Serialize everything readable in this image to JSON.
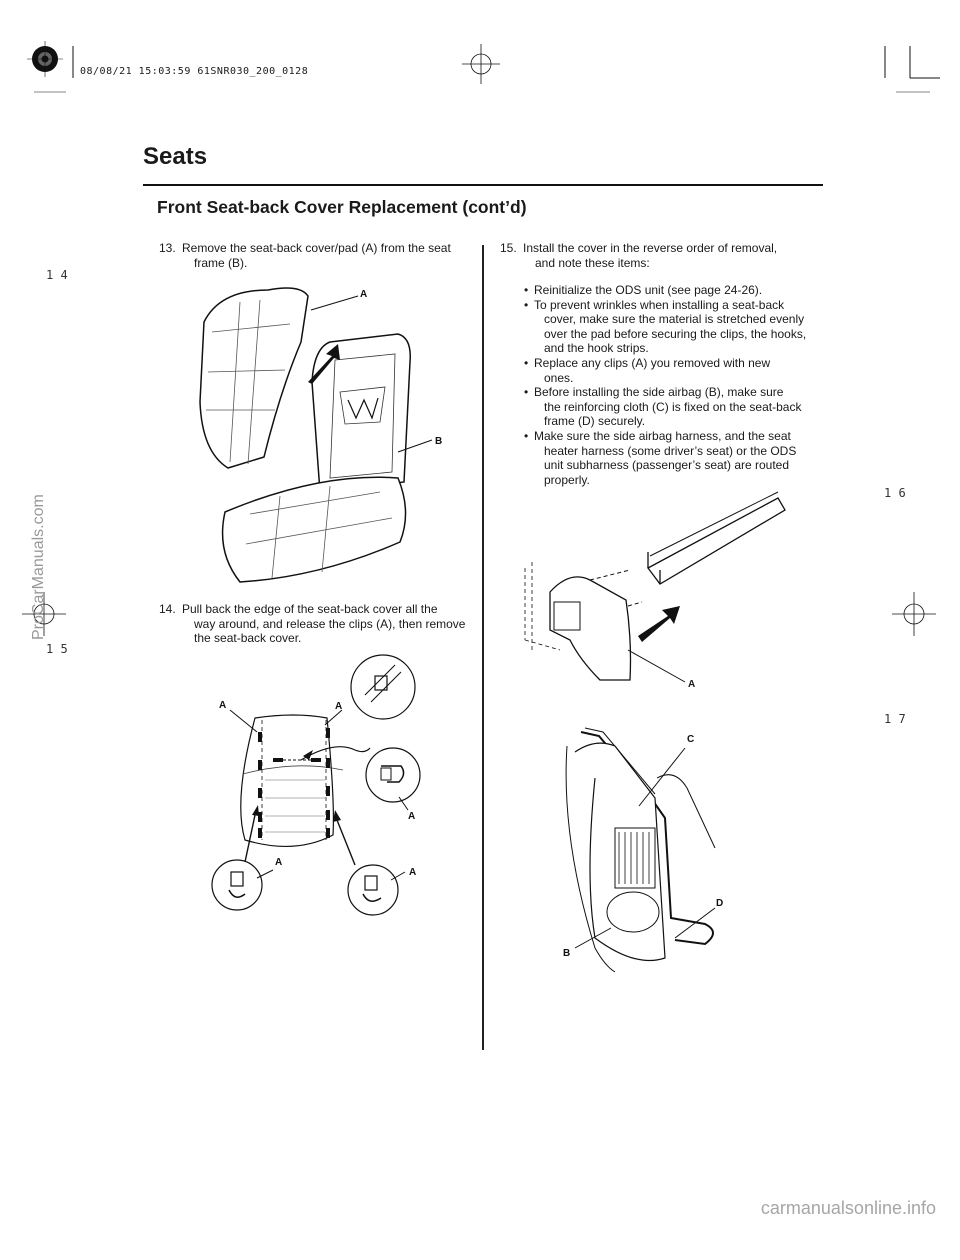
{
  "header": {
    "stamp": "08/08/21 15:03:59 61SNR030_200_0128",
    "title": "Seats",
    "subtitle": "Front Seat-back Cover Replacement (cont’d)"
  },
  "margin_numbers": [
    "1 4",
    "1 5",
    "1 6",
    "1 7"
  ],
  "steps": {
    "s13": {
      "number": "13.",
      "line1": "Remove the seat-back cover/pad (A) from the seat",
      "line2": "frame (B)."
    },
    "s14": {
      "number": "14.",
      "line1": "Pull back the edge of the seat-back cover all the",
      "line2": "way around, and release the clips (A), then remove",
      "line3": "the seat-back cover."
    },
    "s15": {
      "number": "15.",
      "line1": "Install the cover in the reverse order of removal,",
      "line2": "and note these items:",
      "bullets": [
        {
          "first": "Reinitialize the ODS unit (see page 24-26).",
          "rest": []
        },
        {
          "first": "To prevent wrinkles when installing a seat-back",
          "rest": [
            "cover, make sure the material is stretched evenly",
            "over the pad before securing the clips, the hooks,",
            "and the hook strips."
          ]
        },
        {
          "first": "Replace any clips (A) you removed with new",
          "rest": [
            "ones."
          ]
        },
        {
          "first": "Before installing the side airbag (B), make sure",
          "rest": [
            "the reinforcing cloth (C) is fixed on the seat-back",
            "frame (D) securely."
          ]
        },
        {
          "first": "Make sure the side airbag harness, and the seat",
          "rest": [
            "heater harness (some driver’s seat) or the ODS",
            "unit subharness (passenger’s seat) are routed",
            "properly."
          ]
        }
      ]
    }
  },
  "figures": {
    "fig1": {
      "label_a": "A",
      "label_b": "B"
    },
    "fig2": {
      "labels": [
        "A",
        "A",
        "A",
        "A",
        "A"
      ]
    },
    "fig3": {
      "label_a": "A"
    },
    "fig4": {
      "label_b": "B",
      "label_c": "C",
      "label_d": "D"
    }
  },
  "watermark": "ProCarManuals.com",
  "footer_watermark": "carmanualsonline.info"
}
